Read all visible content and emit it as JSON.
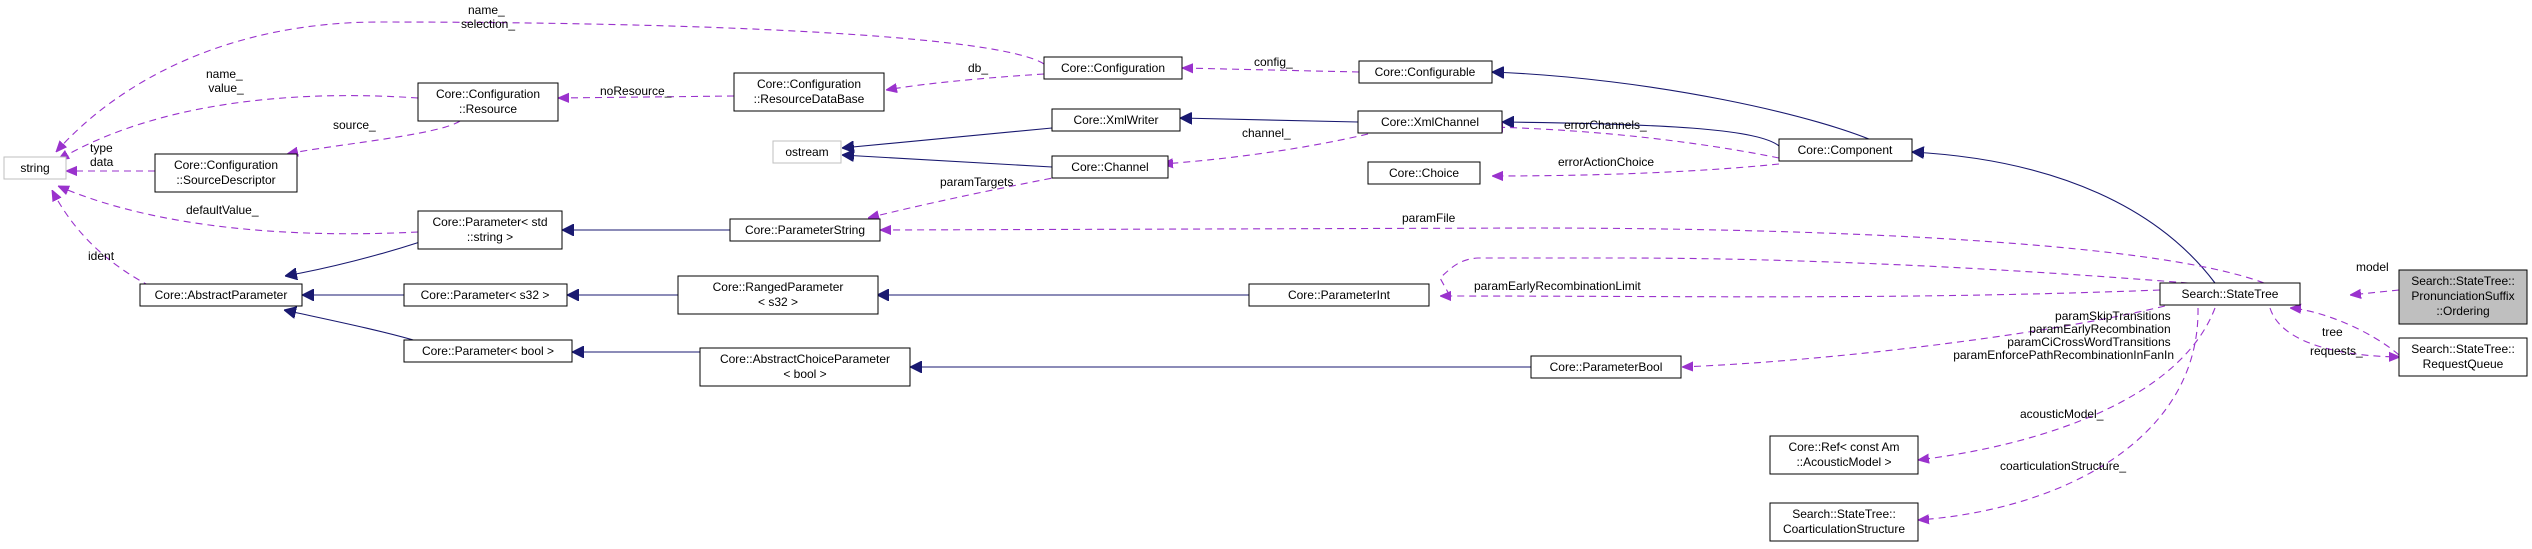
{
  "nodes": {
    "string": [
      "string"
    ],
    "ostream": [
      "ostream"
    ],
    "cfg_resource": [
      "Core::Configuration",
      "::Resource"
    ],
    "cfg_source": [
      "Core::Configuration",
      "::SourceDescriptor"
    ],
    "cfg_resdb": [
      "Core::Configuration",
      "::ResourceDataBase"
    ],
    "configuration": [
      "Core::Configuration"
    ],
    "configurable": [
      "Core::Configurable"
    ],
    "xmlwriter": [
      "Core::XmlWriter"
    ],
    "xmlchannel": [
      "Core::XmlChannel"
    ],
    "channel": [
      "Core::Channel"
    ],
    "choice": [
      "Core::Choice"
    ],
    "component": [
      "Core::Component"
    ],
    "param_string_t": [
      "Core::Parameter< std",
      "::string >"
    ],
    "param_string": [
      "Core::ParameterString"
    ],
    "abstract_param": [
      "Core::AbstractParameter"
    ],
    "param_s32": [
      "Core::Parameter< s32 >"
    ],
    "ranged_param": [
      "Core::RangedParameter",
      "< s32 >"
    ],
    "param_int": [
      "Core::ParameterInt"
    ],
    "param_bool_t": [
      "Core::Parameter< bool >"
    ],
    "abs_choice_param": [
      "Core::AbstractChoiceParameter",
      "< bool >"
    ],
    "param_bool": [
      "Core::ParameterBool"
    ],
    "statetree": [
      "Search::StateTree"
    ],
    "ordering": [
      "Search::StateTree::",
      "PronunciationSuffix",
      "::Ordering"
    ],
    "requestqueue": [
      "Search::StateTree::",
      "RequestQueue"
    ],
    "acoustic_ref": [
      "Core::Ref< const Am",
      "::AcousticModel >"
    ],
    "coartic": [
      "Search::StateTree::",
      "CoarticulationStructure"
    ]
  },
  "edge_labels": {
    "name_selection": [
      "name_",
      "selection_"
    ],
    "name_value": [
      "name_",
      "value_"
    ],
    "type_data": [
      "type",
      "data"
    ],
    "source": [
      "source_"
    ],
    "no_resource": [
      "noResource_"
    ],
    "db": [
      "db_"
    ],
    "config": [
      "config_"
    ],
    "channel": [
      "channel_"
    ],
    "error_channels": [
      "errorChannels_"
    ],
    "error_action_choice": [
      "errorActionChoice"
    ],
    "param_targets": [
      "paramTargets"
    ],
    "default_value": [
      "defaultValue_"
    ],
    "ident": [
      "ident"
    ],
    "param_file": [
      "paramFile"
    ],
    "param_early_limit": [
      "paramEarlyRecombinationLimit"
    ],
    "param_bools": [
      "paramSkipTransitions",
      "paramEarlyRecombination",
      "paramCiCrossWordTransitions",
      "paramEnforcePathRecombinationInFanIn"
    ],
    "model": [
      "model"
    ],
    "tree": [
      "tree"
    ],
    "requests": [
      "requests_"
    ],
    "acoustic_model": [
      "acousticModel_"
    ],
    "coarticulation_structure": [
      "coarticulationStructure_"
    ]
  },
  "colors": {
    "inheritance_edge": "#191970",
    "usage_edge": "#9a32cd",
    "focus_fill": "#bfbfbf",
    "external_border": "#bfbfbf"
  }
}
